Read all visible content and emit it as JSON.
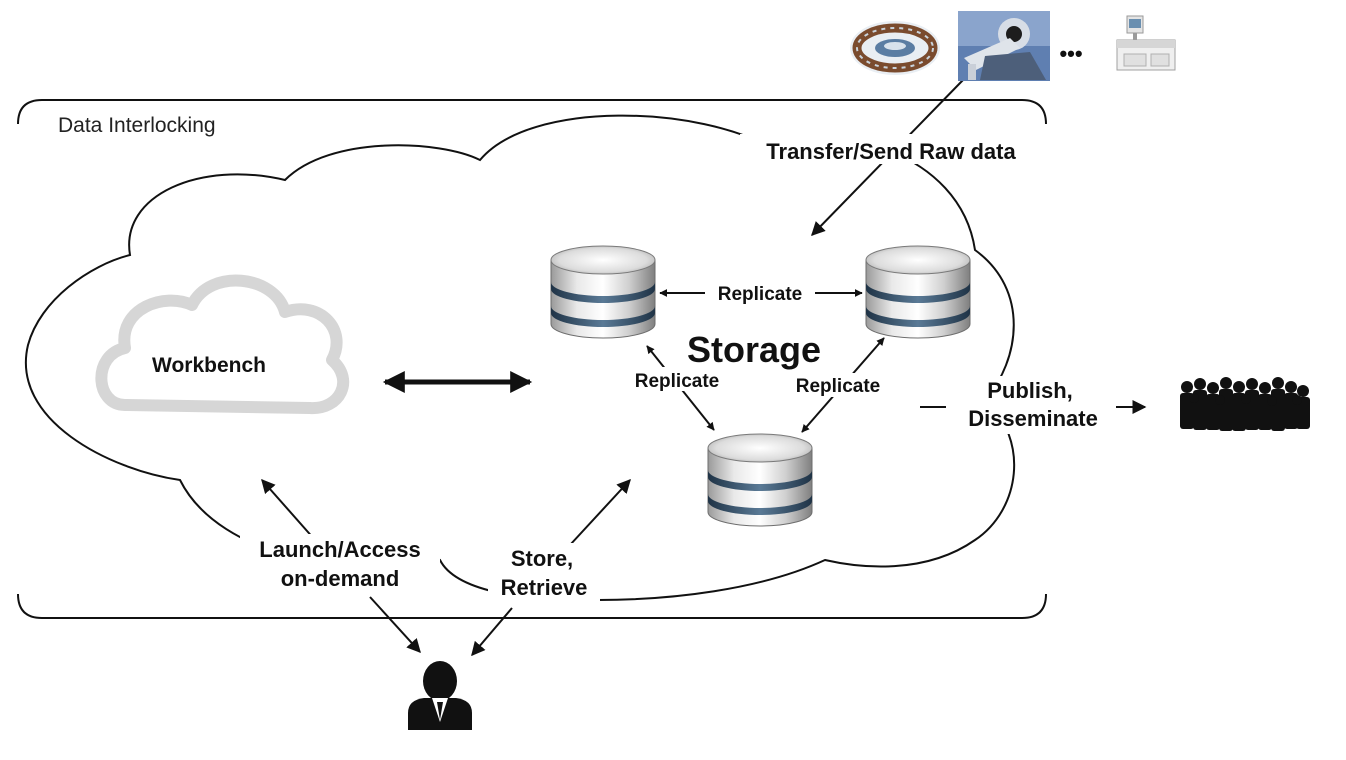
{
  "region": {
    "title": "Data Interlocking"
  },
  "workbench": {
    "label": "Workbench"
  },
  "storage": {
    "title": "Storage",
    "replicate_top": "Replicate",
    "replicate_left": "Replicate",
    "replicate_right": "Replicate"
  },
  "flows": {
    "transfer_label": "Transfer/Send Raw data",
    "publish_line1": "Publish,",
    "publish_line2": "Disseminate",
    "launch_line1": "Launch/Access",
    "launch_line2": "on-demand",
    "store_line1": "Store,",
    "store_line2": "Retrieve"
  },
  "instruments": {
    "ellipsis": "•••"
  },
  "colors": {
    "outline": "#111111",
    "workbench_cloud": "#d6d6d6",
    "db_band": "#33506a",
    "db_silver_light": "#f2f2f2",
    "db_silver_dark": "#8e8e8e"
  }
}
